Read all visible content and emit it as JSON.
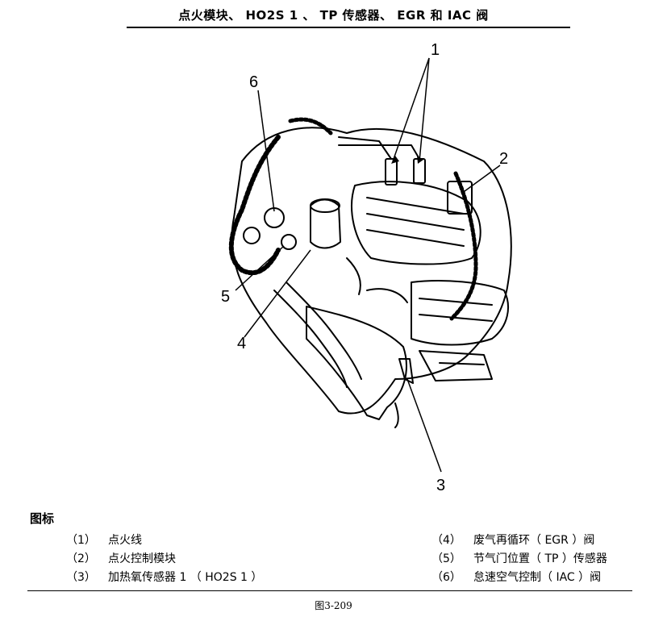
{
  "page_title": "点火模块、 HO2S 1 、 TP 传感器、 EGR 和 IAC 阀",
  "diagram": {
    "callouts": [
      "1",
      "2",
      "3",
      "4",
      "5",
      "6"
    ],
    "description": "Engine assembly line drawing with numbered component callouts"
  },
  "legend": {
    "heading": "图标",
    "items": [
      {
        "num": "（1）",
        "label": "点火线"
      },
      {
        "num": "（2）",
        "label": "点火控制模块"
      },
      {
        "num": "（3）",
        "label": "加热氧传感器 1 （ HO2S 1 ）"
      },
      {
        "num": "（4）",
        "label": "废气再循环（ EGR ）阀"
      },
      {
        "num": "（5）",
        "label": "节气门位置（ TP ）传感器"
      },
      {
        "num": "（6）",
        "label": "怠速空气控制（ IAC ）阀"
      }
    ]
  },
  "figure_caption": "图3-209"
}
